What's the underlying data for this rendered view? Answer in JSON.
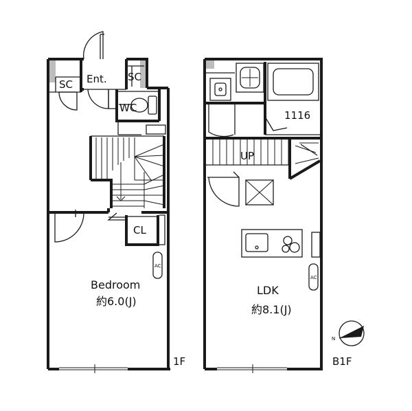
{
  "labels": {
    "sc_left": "SC",
    "sc_right": "SC",
    "entrance": "Ent.",
    "wc": "WC",
    "cl": "CL",
    "ac_left": "AC",
    "ac_right": "AC",
    "bedroom_name": "Bedroom",
    "bedroom_size": "約6.0(J)",
    "ldk_name": "LDK",
    "ldk_size": "約8.1(J)",
    "up": "UP",
    "room_number": "1116",
    "floor_1f": "1F",
    "floor_b1f": "B1F",
    "north": "N"
  }
}
